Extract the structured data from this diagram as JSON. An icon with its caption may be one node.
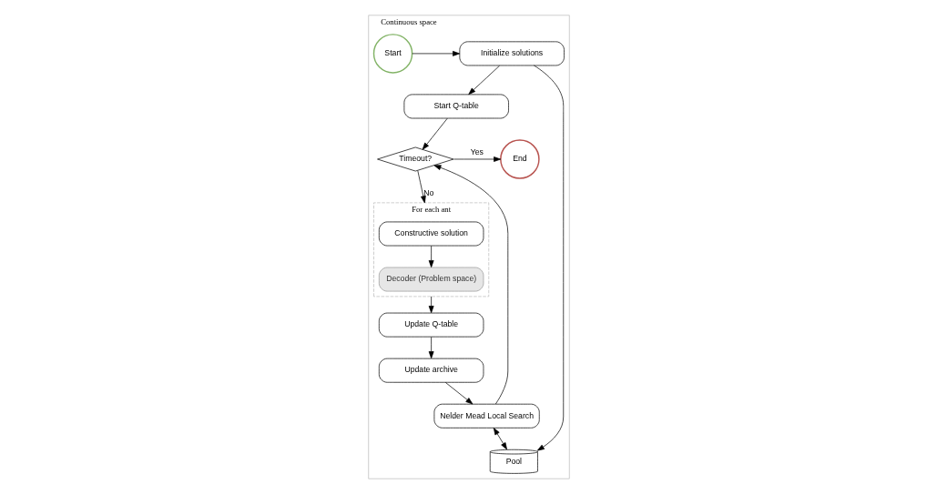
{
  "diagram": {
    "nodes": [
      {
        "text": [
          "Continuous space"
        ]
      },
      {
        "text": [
          "Start"
        ],
        "in": 0
      },
      {
        "text": [
          "Initialize solutions"
        ],
        "in": 0
      },
      {
        "text": [
          "Start Q-table"
        ],
        "in": 0
      },
      {
        "text": [
          "Timeout?"
        ],
        "in": 0
      },
      {
        "text": [
          "End"
        ],
        "in": 0
      },
      {
        "text": [
          "For each ant"
        ],
        "in": 0
      },
      {
        "text": [
          "Constructive solution"
        ],
        "in": 6
      },
      {
        "text": [
          "Decoder (Problem space)"
        ],
        "in": 6
      },
      {
        "text": [
          "Update Q-table"
        ],
        "in": 0
      },
      {
        "text": [
          "Update archive"
        ],
        "in": 0
      },
      {
        "text": [
          "Nelder Mead Local Search"
        ],
        "in": 0
      },
      {
        "text": [
          "Pool"
        ],
        "in": 0
      }
    ],
    "edges": [
      {
        "from": 1,
        "to": 2,
        "arrow": "to"
      },
      {
        "from": 2,
        "to": 12,
        "arrow": "to"
      },
      {
        "from": 2,
        "to": 3,
        "arrow": "to"
      },
      {
        "from": 3,
        "to": 4,
        "arrow": "to"
      },
      {
        "from": 4,
        "to": 5,
        "arrow": "to",
        "label": "Yes"
      },
      {
        "from": 4,
        "to": 6,
        "arrow": "to",
        "label": "No"
      },
      {
        "from": 7,
        "to": 8,
        "arrow": "to"
      },
      {
        "from": 6,
        "to": 9,
        "arrow": "to"
      },
      {
        "from": 9,
        "to": 10,
        "arrow": "to"
      },
      {
        "from": 10,
        "to": 11,
        "arrow": "to"
      },
      {
        "from": 11,
        "to": 12,
        "arrow": "both"
      },
      {
        "from": 11,
        "to": 4,
        "arrow": "to"
      }
    ]
  }
}
